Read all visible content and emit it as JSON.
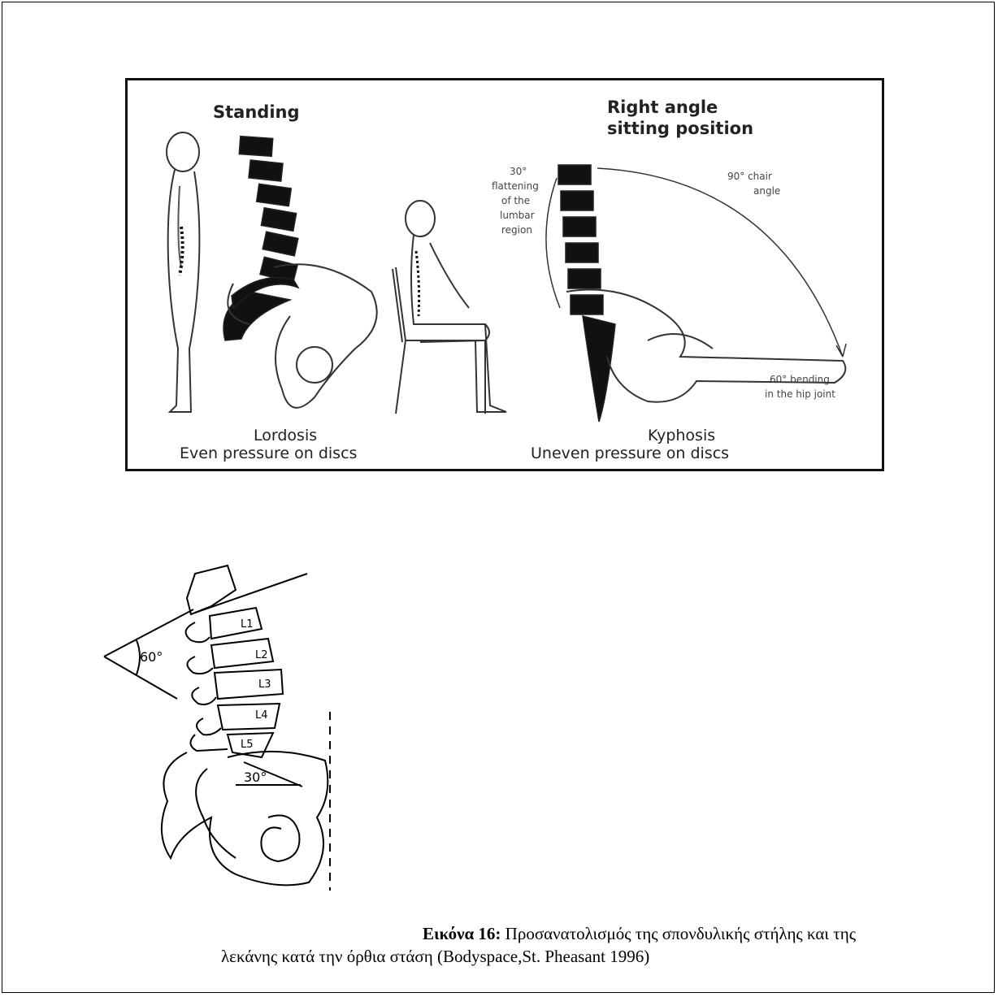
{
  "figure_top": {
    "standing_heading": "Standing",
    "sitting_heading_line1": "Right angle",
    "sitting_heading_line2": "sitting position",
    "flattening_note": [
      "30°",
      "flattening",
      "of the",
      "lumbar",
      "region"
    ],
    "chair_angle_note": [
      "90° chair",
      "angle"
    ],
    "hip_bend_note": [
      "60° bending",
      "in the hip joint"
    ],
    "left_caption_line1": "Lordosis",
    "left_caption_line2": "Even pressure on discs",
    "right_caption_line1": "Kyphosis",
    "right_caption_line2": "Uneven pressure on discs"
  },
  "figure_bottom": {
    "vertebra_labels": [
      "L1",
      "L2",
      "L3",
      "L4",
      "L5"
    ],
    "angle_upper": "60°",
    "angle_lower": "30°"
  },
  "caption": {
    "label": "Εικόνα 16:",
    "line1_rest": " Προσανατολισμός της σπονδυλικής στήλης και της",
    "line2": "λεκάνης κατά την όρθια στάση (Bodyspace,St. Pheasant 1996)"
  }
}
